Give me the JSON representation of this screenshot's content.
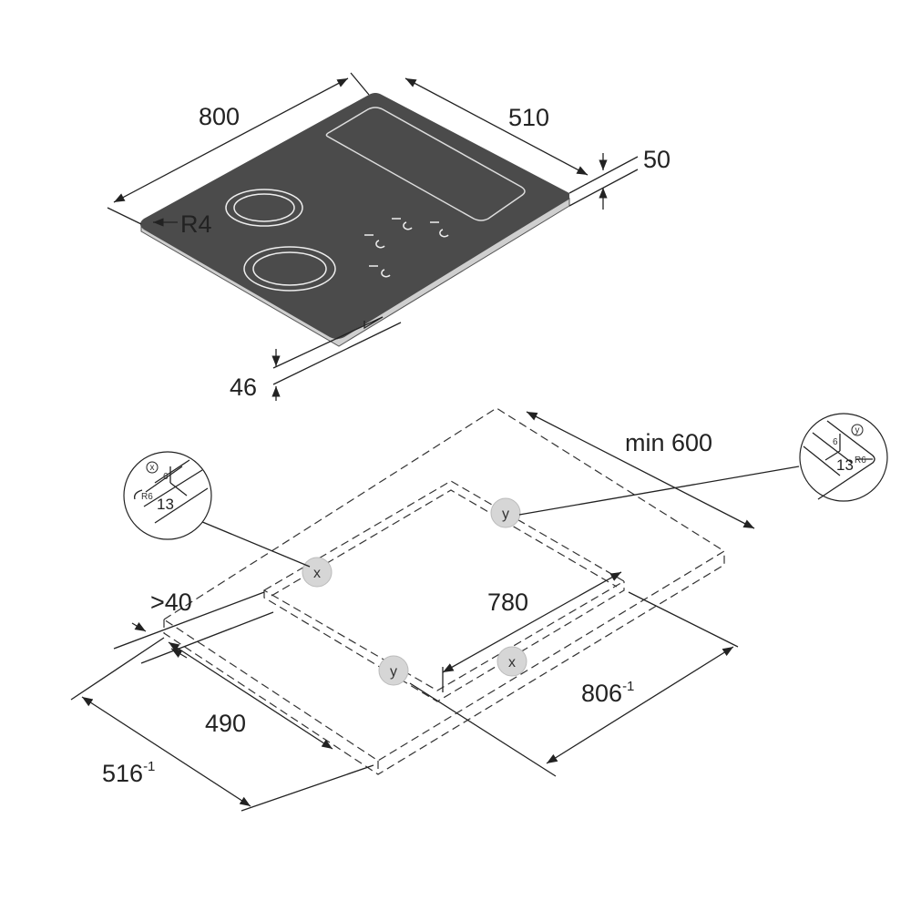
{
  "hob": {
    "width": "800",
    "depth": "510",
    "height": "50",
    "radius": "R4",
    "built_in_height": "46"
  },
  "cutout": {
    "min_clearance": "min 600",
    "inner_width": "780",
    "edge_clearance": ">40",
    "inner_depth": "490",
    "cutout_depth": "516",
    "cutout_depth_tolerance": "-1",
    "cutout_width": "806",
    "cutout_width_tolerance": "-1",
    "markers": [
      "x",
      "y",
      "y",
      "x"
    ]
  },
  "detail_x": {
    "label": "x",
    "height": "6",
    "radius": "R6",
    "width": "13"
  },
  "detail_y": {
    "label": "y",
    "height": "6",
    "radius": "R6",
    "width": "13"
  },
  "colors": {
    "glass": "#4b4b4b",
    "marker": "#d6d6d6"
  }
}
